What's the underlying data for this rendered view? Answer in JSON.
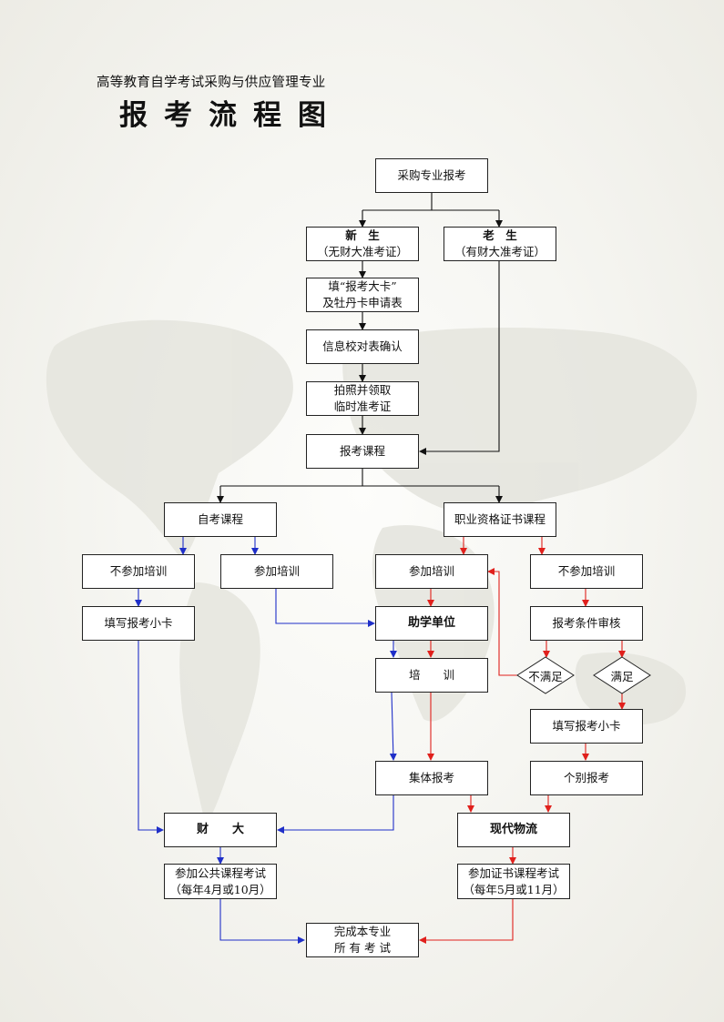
{
  "header": {
    "subtitle": "高等教育自学考试采购与供应管理专业",
    "title": "报考流程图"
  },
  "nodes": {
    "start": "采购专业报考",
    "new_student_title": "新　生",
    "new_student_note": "（无财大准考证）",
    "old_student_title": "老　生",
    "old_student_note": "（有财大准考证）",
    "fill_card_line1": "填“报考大卡”",
    "fill_card_line2": "及牡丹卡申请表",
    "verify": "信息校对表确认",
    "photo_line1": "拍照并领取",
    "photo_line2": "临时准考证",
    "register_courses": "报考课程",
    "self_study": "自考课程",
    "vocational": "职业资格证书课程",
    "no_training_left": "不参加培训",
    "training_left": "参加培训",
    "training_right": "参加培训",
    "no_training_right": "不参加培训",
    "fill_small_card_left": "填写报考小卡",
    "assist_unit": "助学单位",
    "eligibility_review": "报考条件审核",
    "training": "培　　训",
    "unsatisfied": "不满足",
    "satisfied": "满足",
    "fill_small_card_right": "填写报考小卡",
    "group_register": "集体报考",
    "individual_register": "个别报考",
    "caida": "财　　大",
    "modern_logistics": "现代物流",
    "public_exam_line1": "参加公共课程考试",
    "public_exam_line2": "（每年4月或10月）",
    "cert_exam_line1": "参加证书课程考试",
    "cert_exam_line2": "（每年5月或11月）",
    "finish_line1": "完成本专业",
    "finish_line2": "所 有 考 试"
  },
  "colors": {
    "black_flow": "#111111",
    "blue_flow": "#1f2fc8",
    "red_flow": "#e0201c",
    "box_border": "#222222",
    "background": "#f6f6f2"
  }
}
